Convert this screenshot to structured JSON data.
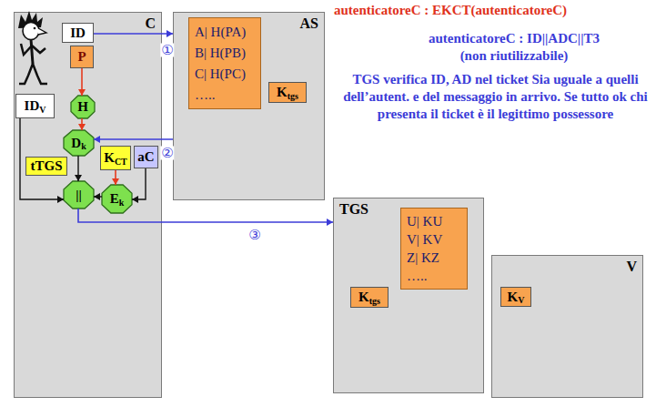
{
  "diagram": {
    "nodes": [
      {
        "text": [
          "C"
        ]
      },
      {
        "text": [
          "ID"
        ],
        "in": 0
      },
      {
        "text": [
          "P"
        ],
        "in": 0
      },
      {
        "text": [
          "ID",
          "V"
        ],
        "in": 0
      },
      {
        "text": [
          "H"
        ],
        "in": 0
      },
      {
        "text": [
          "D",
          "k"
        ],
        "in": 0
      },
      {
        "text": [
          "tTGS"
        ],
        "in": 0
      },
      {
        "text": [
          "K",
          "CT"
        ],
        "in": 0
      },
      {
        "text": [
          "aC"
        ],
        "in": 0
      },
      {
        "text": [
          "||"
        ],
        "in": 0
      },
      {
        "text": [
          "E",
          "k"
        ],
        "in": 0
      },
      {
        "text": [
          "AS"
        ]
      },
      {
        "text": [
          "A| H(PA)",
          "B| H(PB)",
          "C| H(PC)",
          "….."
        ],
        "in": 11
      },
      {
        "text": [
          "K",
          "tgs"
        ],
        "in": 11
      },
      {
        "text": [
          "TGS"
        ]
      },
      {
        "text": [
          "U| KU",
          "V| KV",
          "Z| KZ",
          "….."
        ],
        "in": 14
      },
      {
        "text": [
          "K",
          "tgs"
        ],
        "in": 14
      },
      {
        "text": [
          "V"
        ]
      },
      {
        "text": [
          "K",
          "V"
        ],
        "in": 17
      }
    ],
    "edges": [
      {
        "from": 1,
        "to": 11,
        "label": "①",
        "arrow": "to"
      },
      {
        "from": 11,
        "to": 5,
        "label": "②",
        "arrow": "to"
      },
      {
        "from": 9,
        "to": 14,
        "label": "③",
        "arrow": "to"
      },
      {
        "from": 2,
        "to": 4,
        "arrow": "to"
      },
      {
        "from": 4,
        "to": 5,
        "arrow": "to"
      },
      {
        "from": 5,
        "to": 9,
        "arrow": "to"
      },
      {
        "from": 3,
        "to": 9,
        "arrow": "to"
      },
      {
        "from": 7,
        "to": 10,
        "arrow": "to"
      },
      {
        "from": 8,
        "to": 10,
        "arrow": "to"
      },
      {
        "from": 10,
        "to": 9,
        "arrow": "to"
      }
    ],
    "labels": [
      "autenticatoreC : EKCT(autenticatoreC)",
      "autenticatoreC : ID||ADC||T3",
      "(non riutilizzabile)",
      "TGS verifica ID, AD nel ticket Sia uguale a quelli dell’autent. e del messaggio in arrivo. Se tutto ok chi presenta il ticket è il legittimo possessore"
    ]
  }
}
